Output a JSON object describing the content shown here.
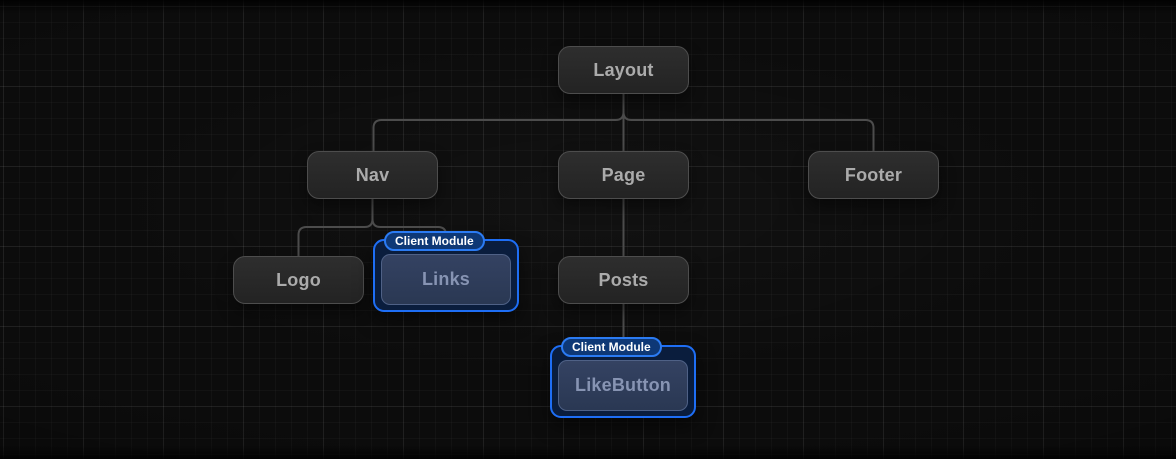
{
  "diagram": {
    "badge_label": "Client Module",
    "nodes": {
      "layout": {
        "label": "Layout",
        "type": "server"
      },
      "nav": {
        "label": "Nav",
        "type": "server"
      },
      "page": {
        "label": "Page",
        "type": "server"
      },
      "footer": {
        "label": "Footer",
        "type": "server"
      },
      "logo": {
        "label": "Logo",
        "type": "server"
      },
      "links": {
        "label": "Links",
        "type": "client"
      },
      "posts": {
        "label": "Posts",
        "type": "server"
      },
      "likebutton": {
        "label": "LikeButton",
        "type": "client"
      }
    },
    "edges": [
      {
        "from": "Layout",
        "to": "Nav"
      },
      {
        "from": "Layout",
        "to": "Page"
      },
      {
        "from": "Layout",
        "to": "Footer"
      },
      {
        "from": "Nav",
        "to": "Logo"
      },
      {
        "from": "Nav",
        "to": "Links"
      },
      {
        "from": "Page",
        "to": "Posts"
      },
      {
        "from": "Posts",
        "to": "LikeButton"
      }
    ],
    "colors": {
      "background": "#0c0c0c",
      "grid_line": "#1d1d1d",
      "connector": "#4c4c4c",
      "server_node_bg": "#262626",
      "server_node_border": "#4d4d4d",
      "server_node_text": "#ababab",
      "client_accent_border": "#1e6ef5",
      "client_container_bg": "#0a1d3d",
      "client_node_bg": "#2f3e5b",
      "client_node_border": "#4f6186",
      "client_node_text": "#8794b3",
      "badge_bg": "#0e3876",
      "badge_border": "#2b7bf3",
      "badge_text": "#ffffff"
    }
  }
}
